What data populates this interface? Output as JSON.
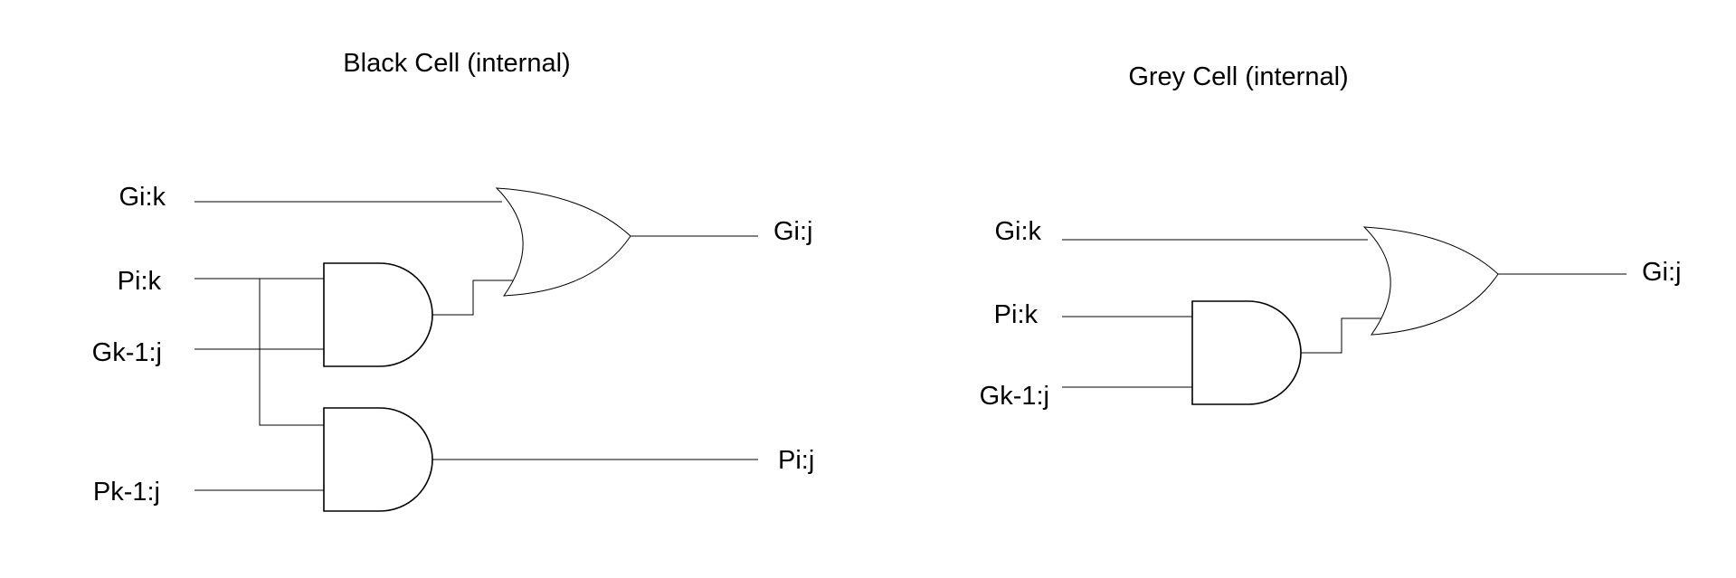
{
  "black_cell": {
    "title": "Black Cell (internal)",
    "inputs": {
      "g_ik": "Gi:k",
      "p_ik": "Pi:k",
      "g_k1j": "Gk-1:j",
      "p_k1j": "Pk-1:j"
    },
    "outputs": {
      "g_ij": "Gi:j",
      "p_ij": "Pi:j"
    }
  },
  "grey_cell": {
    "title": "Grey Cell (internal)",
    "inputs": {
      "g_ik": "Gi:k",
      "p_ik": "Pi:k",
      "g_k1j": "Gk-1:j"
    },
    "outputs": {
      "g_ij": "Gi:j"
    }
  }
}
